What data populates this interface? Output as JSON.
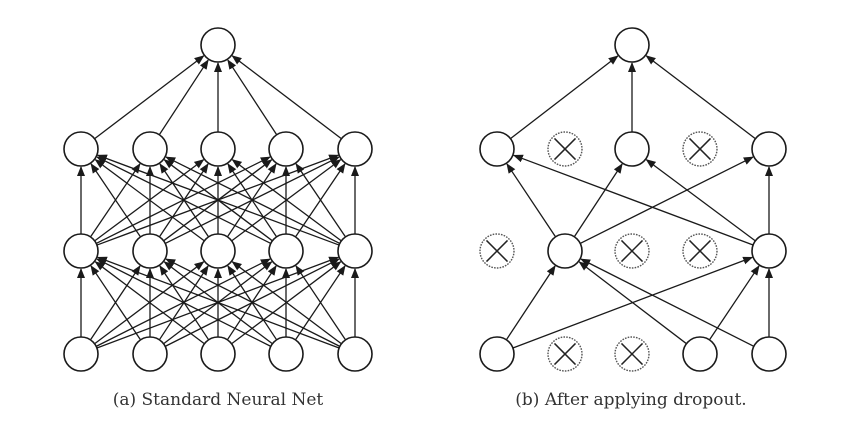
{
  "colors": {
    "edge": "#1a1a1a",
    "node_fill": "#ffffff",
    "node_stroke": "#1a1a1a",
    "dropped_stroke": "#555555"
  },
  "panels": [
    {
      "caption": "(a) Standard Neural Net",
      "layers": [
        {
          "name": "input",
          "units": 5,
          "dropped": []
        },
        {
          "name": "hidden-1",
          "units": 5,
          "dropped": []
        },
        {
          "name": "hidden-2",
          "units": 5,
          "dropped": []
        },
        {
          "name": "output",
          "units": 1,
          "dropped": []
        }
      ],
      "connectivity": "fully-connected"
    },
    {
      "caption": "(b) After applying dropout.",
      "layers": [
        {
          "name": "input",
          "units": 5,
          "dropped": [
            1,
            2
          ]
        },
        {
          "name": "hidden-1",
          "units": 5,
          "dropped": [
            0,
            2,
            3
          ]
        },
        {
          "name": "hidden-2",
          "units": 5,
          "dropped": [
            1,
            3
          ]
        },
        {
          "name": "output",
          "units": 1,
          "dropped": []
        }
      ],
      "connectivity": "fully-connected-among-kept-units"
    }
  ]
}
